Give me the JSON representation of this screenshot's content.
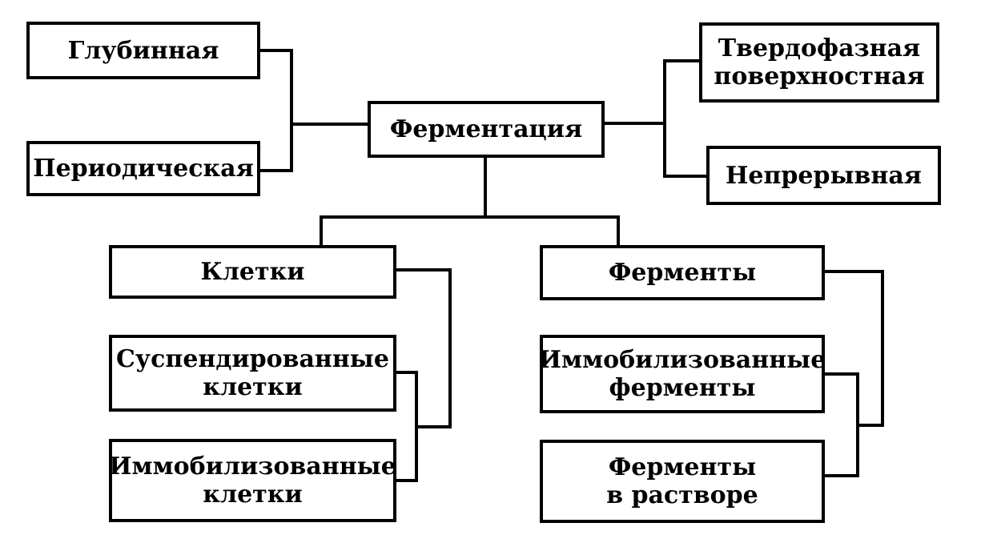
{
  "colors": {
    "line": "#000000",
    "background": "#ffffff"
  },
  "nodes": {
    "fermentation": {
      "lines": [
        "Ферментация"
      ]
    },
    "deep": {
      "lines": [
        "Глубинная"
      ]
    },
    "periodic": {
      "lines": [
        "Периодическая"
      ]
    },
    "solid_surface": {
      "lines": [
        "Твердофазная",
        "поверхностная"
      ]
    },
    "continuous": {
      "lines": [
        "Непрерывная"
      ]
    },
    "cells": {
      "lines": [
        "Клетки"
      ]
    },
    "enzymes": {
      "lines": [
        "Ферменты"
      ]
    },
    "suspended_cells": {
      "lines": [
        "Суспендированные",
        "клетки"
      ]
    },
    "immobilized_cells": {
      "lines": [
        "Иммобилизованные",
        "клетки"
      ]
    },
    "immobilized_enzymes": {
      "lines": [
        "Иммобилизованные",
        "ферменты"
      ]
    },
    "enzymes_in_solution": {
      "lines": [
        "Ферменты",
        "в растворе"
      ]
    }
  },
  "edges": [
    {
      "from": "fermentation",
      "to": "deep"
    },
    {
      "from": "fermentation",
      "to": "periodic"
    },
    {
      "from": "fermentation",
      "to": "solid_surface"
    },
    {
      "from": "fermentation",
      "to": "continuous"
    },
    {
      "from": "fermentation",
      "to": "cells"
    },
    {
      "from": "fermentation",
      "to": "enzymes"
    },
    {
      "from": "cells",
      "to": "suspended_cells"
    },
    {
      "from": "cells",
      "to": "immobilized_cells"
    },
    {
      "from": "enzymes",
      "to": "immobilized_enzymes"
    },
    {
      "from": "enzymes",
      "to": "enzymes_in_solution"
    }
  ]
}
